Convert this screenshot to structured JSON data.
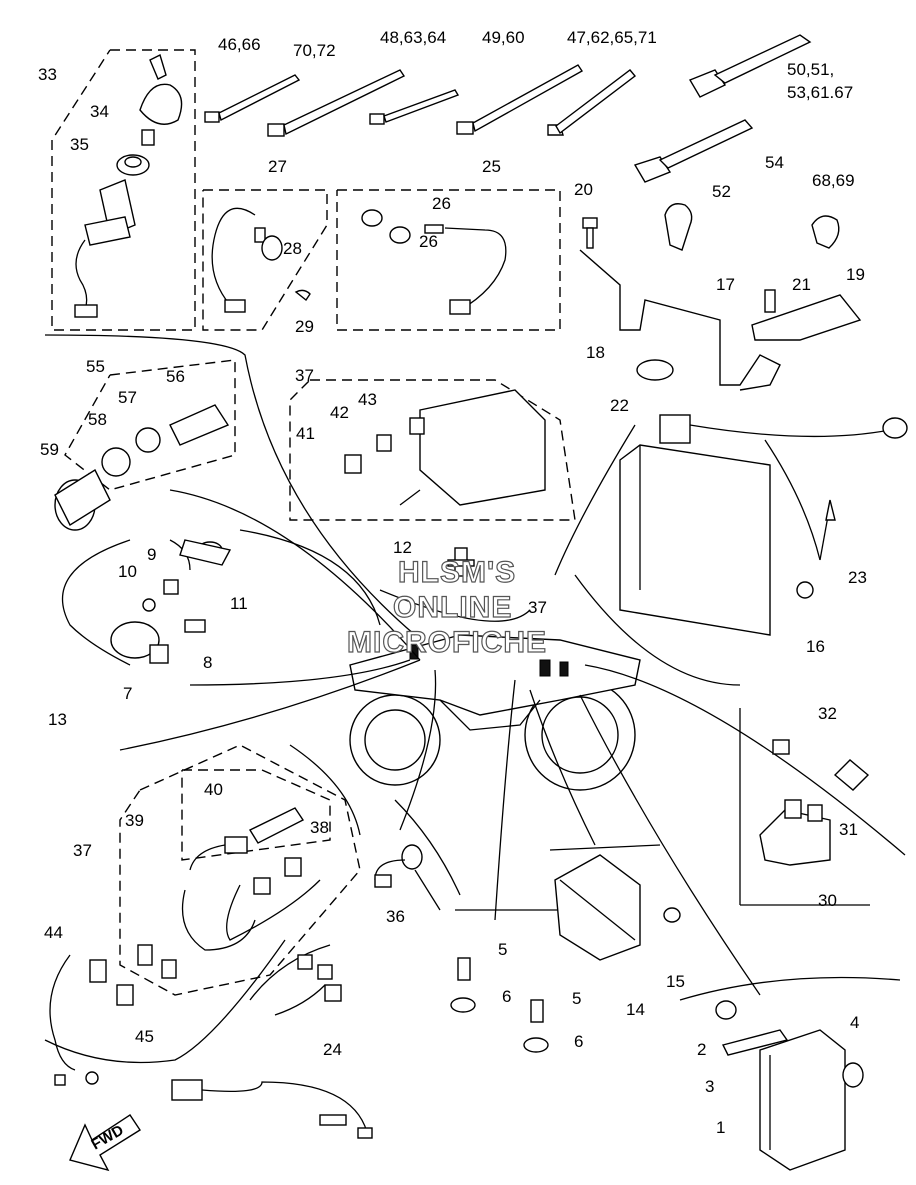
{
  "watermark": {
    "line1": "HLSM'S",
    "line2": "ONLINE",
    "line3": "MICROFICHE"
  },
  "fwd_arrow_text": "FWD",
  "labels": {
    "l1": "1",
    "l2": "2",
    "l3": "3",
    "l4": "4",
    "l5a": "5",
    "l5b": "5",
    "l6a": "6",
    "l6b": "6",
    "l7": "7",
    "l8": "8",
    "l9": "9",
    "l10": "10",
    "l11": "11",
    "l12": "12",
    "l13": "13",
    "l14": "14",
    "l15": "15",
    "l16": "16",
    "l17": "17",
    "l18": "18",
    "l19": "19",
    "l20": "20",
    "l21": "21",
    "l22": "22",
    "l23": "23",
    "l24": "24",
    "l25": "25",
    "l26a": "26",
    "l26b": "26",
    "l27": "27",
    "l28": "28",
    "l29": "29",
    "l30": "30",
    "l31": "31",
    "l32": "32",
    "l33": "33",
    "l34": "34",
    "l35": "35",
    "l36": "36",
    "l37a": "37",
    "l37b": "37",
    "l37c": "37",
    "l38": "38",
    "l39": "39",
    "l40": "40",
    "l41": "41",
    "l42": "42",
    "l43": "43",
    "l44": "44",
    "l45": "45",
    "l46_66": "46,66",
    "l70_72": "70,72",
    "l48_63_64": "48,63,64",
    "l49_60": "49,60",
    "l47_62_65_71": "47,62,65,71",
    "l50_51": "50,51,",
    "l53_61_67": "53,61.67",
    "l52": "52",
    "l54": "54",
    "l55": "55",
    "l56": "56",
    "l57": "57",
    "l58": "58",
    "l59": "59",
    "l68_69": "68,69"
  }
}
